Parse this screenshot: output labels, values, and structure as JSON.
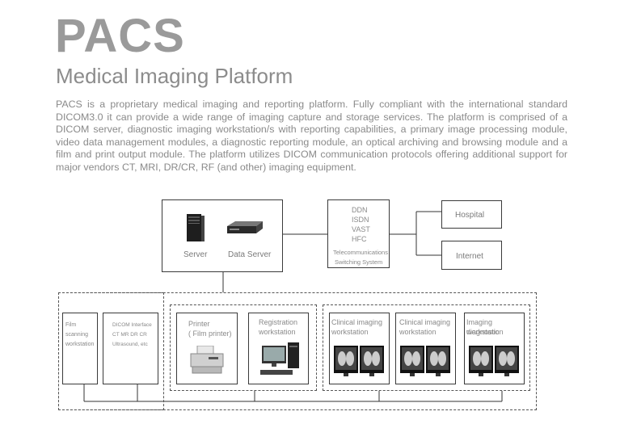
{
  "header": {
    "title": "PACS",
    "subtitle": "Medical Imaging Platform",
    "description": "PACS is a proprietary medical imaging and reporting platform. Fully compliant with the international standard DICOM3.0 it can provide a wide range of imaging capture and storage services. The platform is comprised of a DICOM server, diagnostic imaging workstation/s with reporting capabilities, a primary image processing module, video data management modules, a diagnostic reporting module, an optical archiving and browsing module and a film and print output module. The platform utilizes DICOM communication protocols offering additional support for major vendors CT, MRI, DR/CR, RF (and other) imaging equipment."
  },
  "diagram": {
    "server_label": "Server",
    "data_server_label": "Data Server",
    "telecom": {
      "lines": [
        "DDN",
        "ISDN",
        "VAST",
        "HFC"
      ],
      "caption_1": "Telecommunications",
      "caption_2": "Switching System"
    },
    "hospital_label": "Hospital",
    "internet_label": "Internet",
    "film_scanning": [
      "Film",
      "scanning",
      "workstation"
    ],
    "dicom_interface": [
      "DICOM Interface",
      "CT MR DR CR",
      "Ultrasound, etc"
    ],
    "printer": [
      "Printer",
      "( Film printer)"
    ],
    "registration": [
      "Registration",
      "workstation"
    ],
    "clinical_1": [
      "Clinical imaging",
      "workstation"
    ],
    "clinical_2": [
      "Clinical imaging",
      "workstation"
    ],
    "imaging_diag": [
      "Imaging diagnostic",
      "workstation"
    ]
  }
}
